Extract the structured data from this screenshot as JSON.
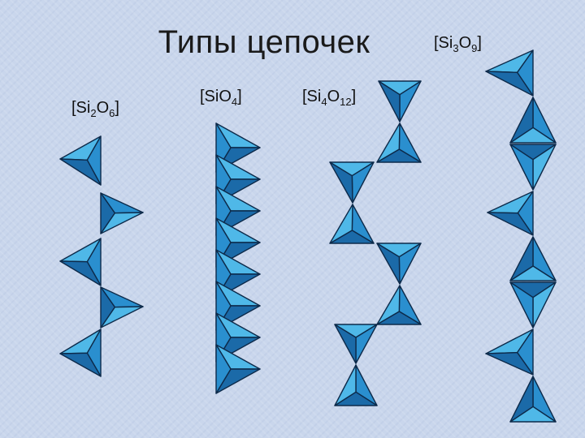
{
  "title": "Типы цепочек",
  "formulas": {
    "f1": {
      "a": "[Si",
      "b": "2",
      "c": "O",
      "d": "6",
      "e": "]"
    },
    "f2": {
      "a": "[SiO",
      "b": "4",
      "c": "]"
    },
    "f3": {
      "a": "[Si",
      "b": "4",
      "c": "O",
      "d": "12",
      "e": "]"
    },
    "f4": {
      "a": "[Si",
      "b": "3",
      "c": "O",
      "d": "9",
      "e": "]"
    }
  },
  "colors": {
    "face_light": "#4fb8e8",
    "face_mid": "#2a8fcf",
    "face_dark": "#1b6aa8",
    "edge": "#0d2a4a"
  }
}
